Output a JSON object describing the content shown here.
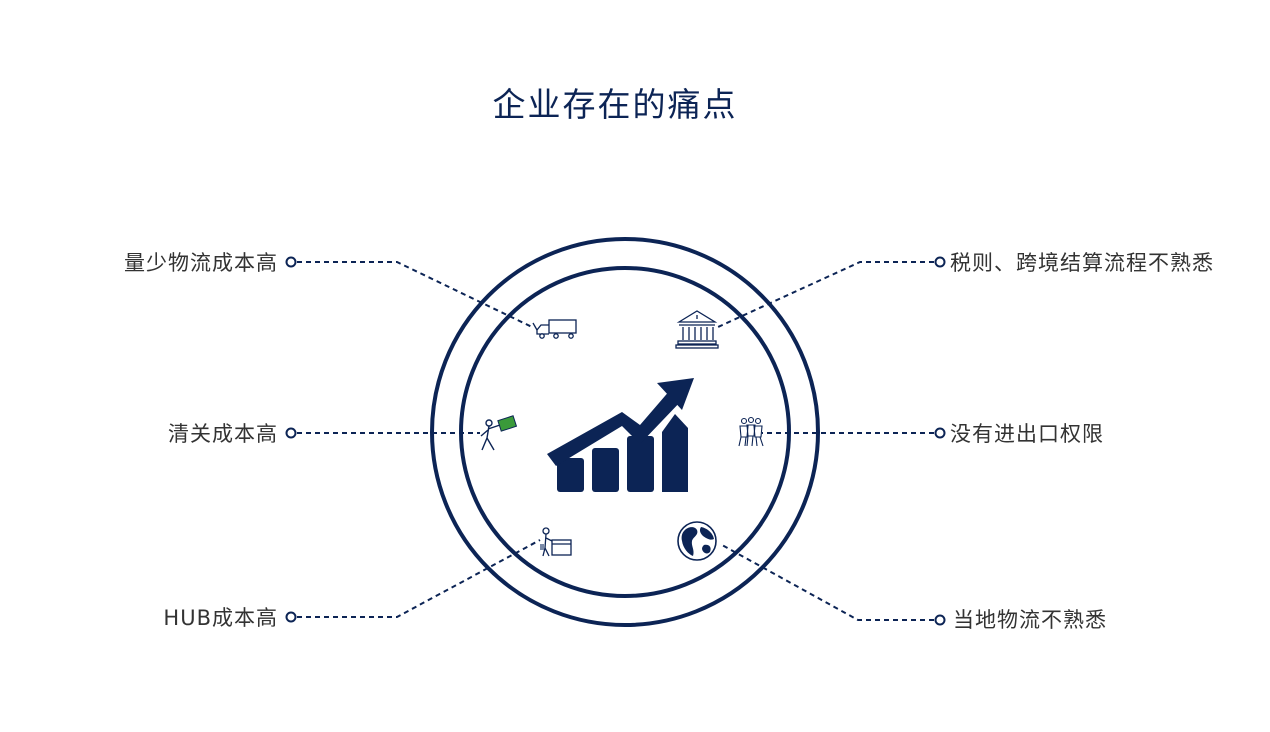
{
  "title": "企业存在的痛点",
  "colors": {
    "primary": "#0c2455",
    "text": "#333333",
    "money": "#3a9a3a"
  },
  "center_icon": "bar-chart-rising-arrow-icon",
  "pain_points": [
    {
      "label": "量少物流成本高",
      "icon": "truck-icon"
    },
    {
      "label": "清关成本高",
      "icon": "person-carrying-money-icon"
    },
    {
      "label": "HUB成本高",
      "icon": "person-at-cashbox-icon"
    },
    {
      "label": "税则、跨境结算流程不熟悉",
      "icon": "bank-building-icon"
    },
    {
      "label": "没有进出口权限",
      "icon": "group-of-people-icon"
    },
    {
      "label": "当地物流不熟悉",
      "icon": "globe-icon"
    }
  ]
}
